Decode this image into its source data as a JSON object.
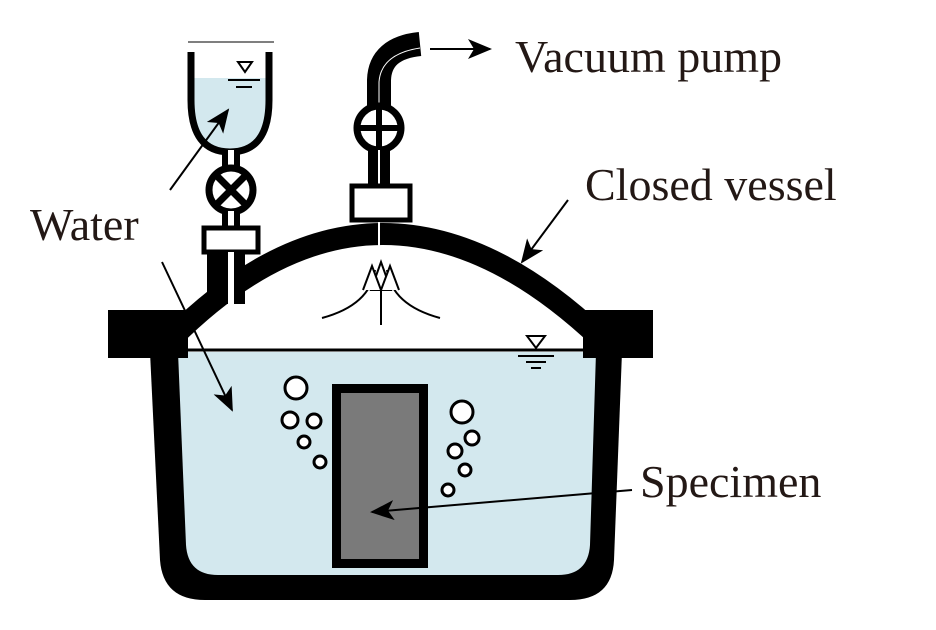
{
  "labels": {
    "vacuum_pump": "Vacuum pump",
    "closed_vessel": "Closed vessel",
    "water": "Water",
    "specimen": "Specimen"
  },
  "colors": {
    "water": "#d3e8ee",
    "specimen": "#7a7a7a",
    "ink": "#000000"
  }
}
